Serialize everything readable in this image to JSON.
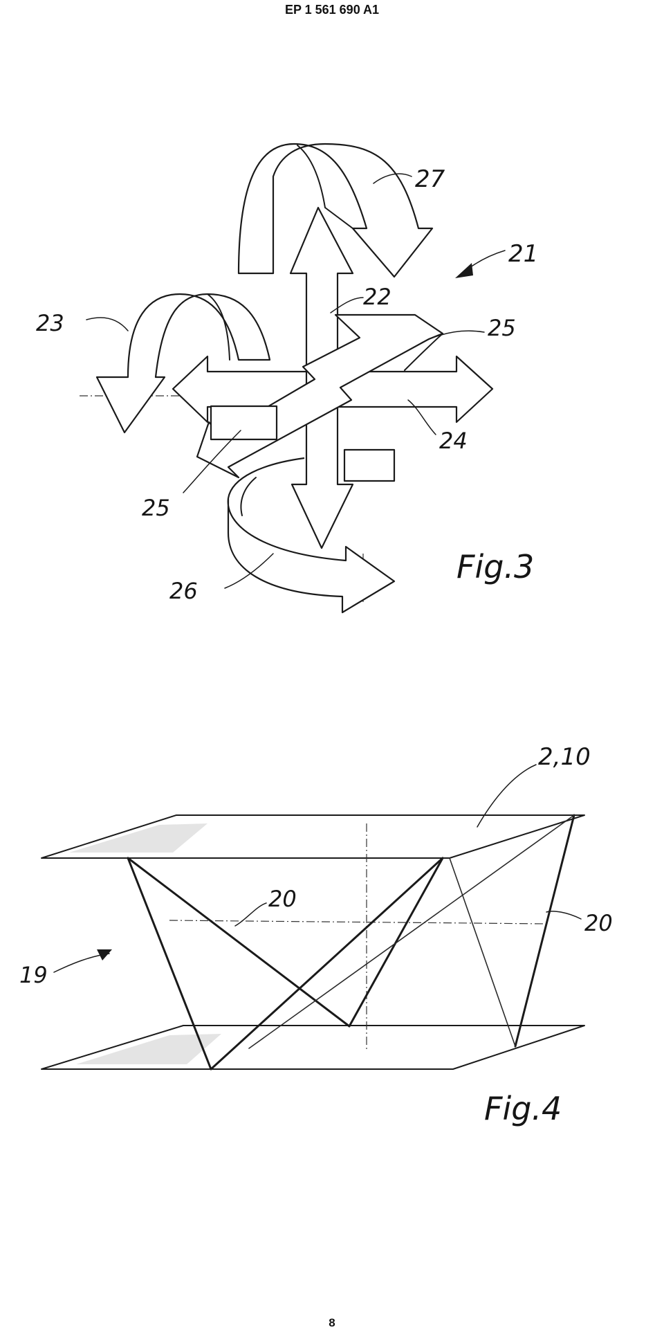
{
  "document": {
    "header": "EP 1 561 690 A1",
    "page_number": "8"
  },
  "fig3": {
    "caption": "Fig.3",
    "labels": {
      "l21": "21",
      "l22": "22",
      "l23": "23",
      "l24": "24",
      "l25a": "25",
      "l25b": "25",
      "l26": "26",
      "l27": "27"
    }
  },
  "fig4": {
    "caption": "Fig.4",
    "labels": {
      "l210": "2,10",
      "l19": "19",
      "l20a": "20",
      "l20b": "20"
    }
  },
  "colors": {
    "ink": "#1a1a1a",
    "paper": "#ffffff"
  }
}
